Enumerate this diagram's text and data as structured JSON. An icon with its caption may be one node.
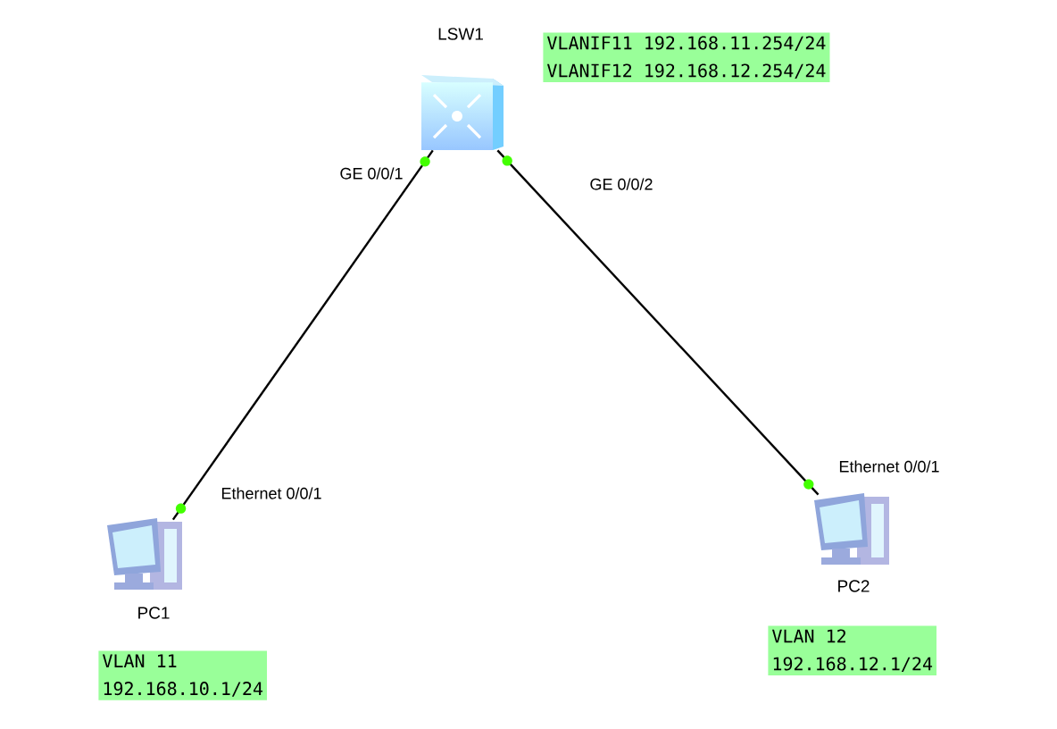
{
  "diagram": {
    "nodes": [
      {
        "text": [
          "LSW1"
        ]
      },
      {
        "text": [
          "PC1"
        ]
      },
      {
        "text": [
          "PC2"
        ]
      },
      {
        "text": [
          "VLANIF11 192.168.11.254/24",
          "VLANIF12 192.168.12.254/24"
        ]
      },
      {
        "text": [
          "VLAN 11",
          "192.168.10.1/24"
        ]
      },
      {
        "text": [
          "VLAN 12",
          "192.168.12.1/24"
        ]
      }
    ],
    "edges": [
      {
        "from": 0,
        "to": 1,
        "arrow": "none"
      },
      {
        "from": 0,
        "to": 2,
        "arrow": "none"
      }
    ],
    "labels": [
      "GE 0/0/1",
      "GE 0/0/2",
      "Ethernet 0/0/1",
      "Ethernet 0/0/1"
    ]
  }
}
